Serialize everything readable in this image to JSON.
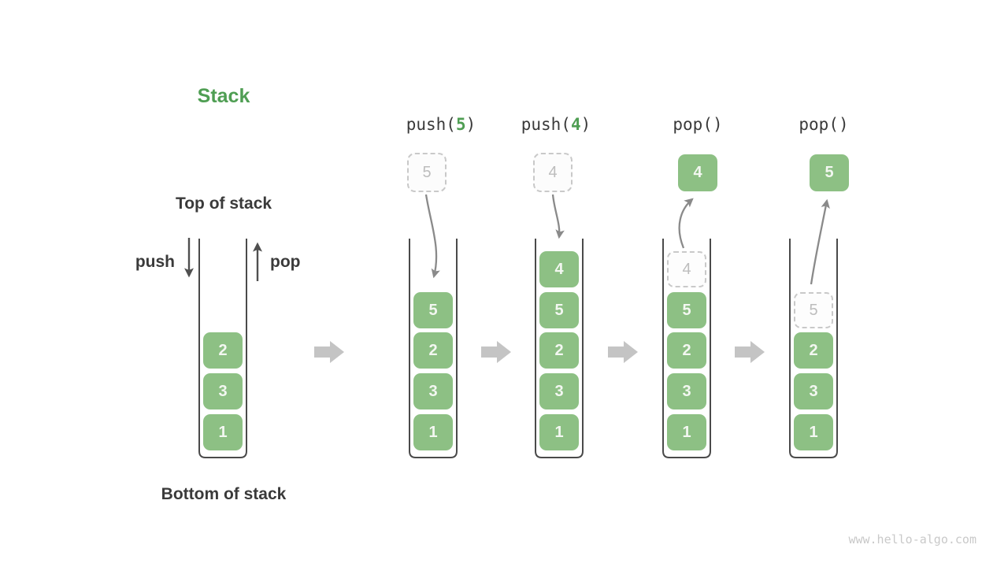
{
  "title": "Stack",
  "labels": {
    "top_of_stack": "Top of stack",
    "bottom_of_stack": "Bottom of stack",
    "push": "push",
    "pop": "pop"
  },
  "ops": [
    {
      "pre": "push(",
      "arg": "5",
      "post": ")"
    },
    {
      "pre": "push(",
      "arg": "4",
      "post": ")"
    },
    {
      "pre": "pop()",
      "arg": "",
      "post": ""
    },
    {
      "pre": "pop()",
      "arg": "",
      "post": ""
    }
  ],
  "stacks": [
    {
      "name": "initial",
      "items": [
        {
          "v": "2"
        },
        {
          "v": "3"
        },
        {
          "v": "1"
        }
      ]
    },
    {
      "name": "after-push-5",
      "pending": "5",
      "items": [
        {
          "v": "5"
        },
        {
          "v": "2"
        },
        {
          "v": "3"
        },
        {
          "v": "1"
        }
      ]
    },
    {
      "name": "after-push-4",
      "pending": "4",
      "items": [
        {
          "v": "4"
        },
        {
          "v": "5"
        },
        {
          "v": "2"
        },
        {
          "v": "3"
        },
        {
          "v": "1"
        }
      ]
    },
    {
      "name": "after-pop-4",
      "popped": "4",
      "items": [
        {
          "v": "4",
          "ghost": true
        },
        {
          "v": "5"
        },
        {
          "v": "2"
        },
        {
          "v": "3"
        },
        {
          "v": "1"
        }
      ]
    },
    {
      "name": "after-pop-5",
      "popped": "5",
      "items": [
        {
          "v": "5",
          "ghost": true
        },
        {
          "v": "2"
        },
        {
          "v": "3"
        },
        {
          "v": "1"
        }
      ]
    }
  ],
  "watermark": "www.hello-algo.com",
  "colors": {
    "item_green": "#8dc084",
    "accent_green": "#4f9e53",
    "text_dark": "#3a3a3a",
    "dashed_gray": "#c9c9c9",
    "arrow_gray": "#8a8a8a",
    "flow_arrow_gray": "#c4c4c4"
  }
}
